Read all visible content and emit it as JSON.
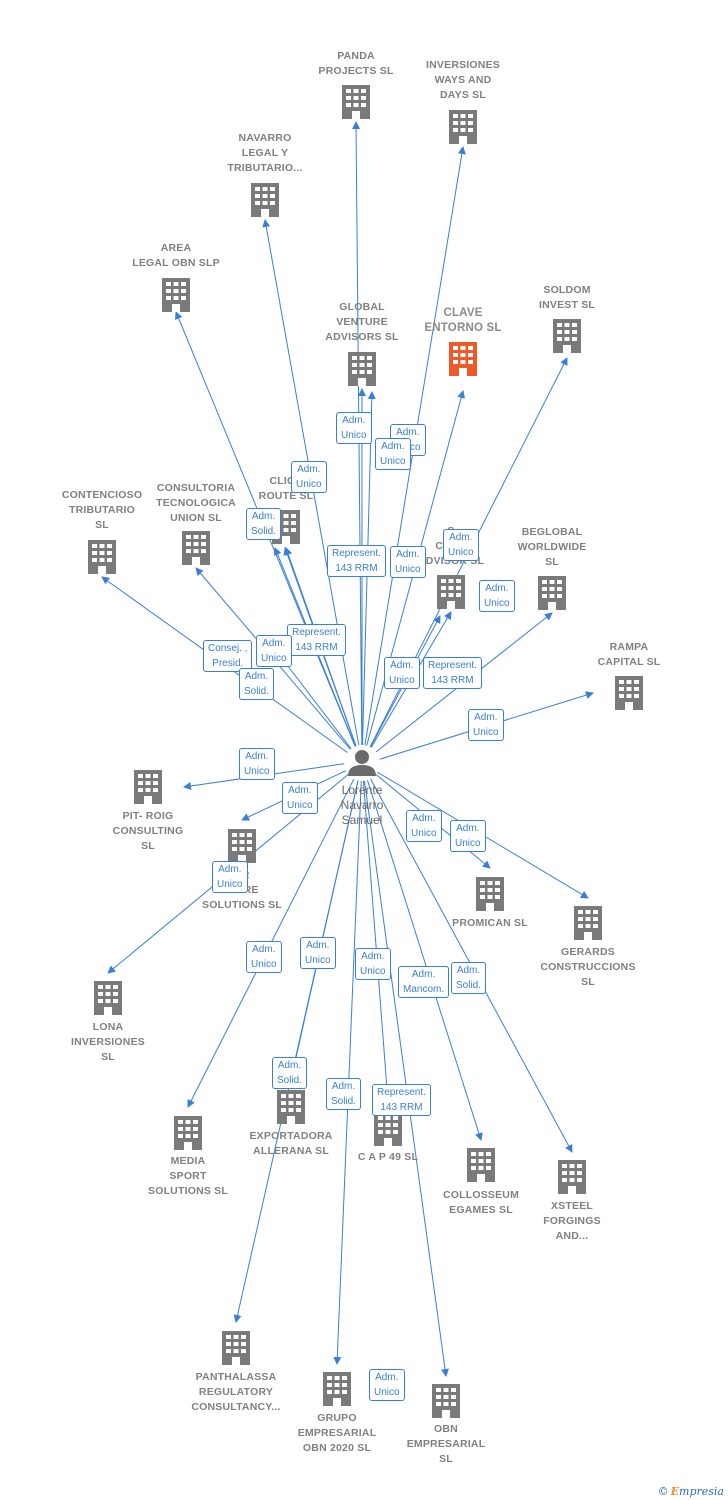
{
  "colors": {
    "edge": "#3a7fd5",
    "building": "#7a7a7a",
    "highlight": "#f05a2a",
    "person": "#6a6a6a"
  },
  "center": {
    "label": "Lorente\nNavarro\nSamuel",
    "icon": "person-icon"
  },
  "nodes": [
    {
      "id": "panda",
      "label": "PANDA\nPROJECTS  SL"
    },
    {
      "id": "inversiones-ways",
      "label": "INVERSIONES\nWAYS AND\nDAYS  SL"
    },
    {
      "id": "navarro-legal",
      "label": "NAVARRO\nLEGAL Y\nTRIBUTARIO..."
    },
    {
      "id": "area-legal",
      "label": "AREA\nLEGAL OBN  SLP"
    },
    {
      "id": "global-venture",
      "label": "GLOBAL\nVENTURE\nADVISORS  SL"
    },
    {
      "id": "clave-entorno",
      "label": "CLAVE\nENTORNO  SL",
      "highlight": true
    },
    {
      "id": "soldom",
      "label": "SOLDOM\nINVEST  SL"
    },
    {
      "id": "click-route",
      "label": "CLICK\nROUTE  SL"
    },
    {
      "id": "contencioso",
      "label": "CONTENCIOSO\nTRIBUTARIO\nSL"
    },
    {
      "id": "consultoria",
      "label": "CONSULTORIA\nTECNOLOGICA\nUNION  SL"
    },
    {
      "id": "s-corp-advisor",
      "label": "S\nCORP\nADVISOR  SL"
    },
    {
      "id": "beglobal",
      "label": "BEGLOBAL\nWORLDWIDE\nSL"
    },
    {
      "id": "rampa",
      "label": "RAMPA\nCAPITAL  SL"
    },
    {
      "id": "pit-roig",
      "label": "PIT- ROIG\nCONSULTING\nSL"
    },
    {
      "id": "other-solutions",
      "label": "ER\nA    URE\nSOLUTIONS  SL"
    },
    {
      "id": "promican",
      "label": "PROMICAN  SL"
    },
    {
      "id": "gerards",
      "label": "GERARDS\nCONSTRUCCIONS\nSL"
    },
    {
      "id": "lona",
      "label": "LONA\nINVERSIONES\nSL"
    },
    {
      "id": "media-sport",
      "label": "MEDIA\nSPORT\nSOLUTIONS  SL"
    },
    {
      "id": "exportadora",
      "label": "EXPORTADORA\nALLERANA  SL"
    },
    {
      "id": "cap49",
      "label": "C A P 49 SL"
    },
    {
      "id": "colosseum",
      "label": "COLLOSSEUM\nEGAMES  SL"
    },
    {
      "id": "xsteel",
      "label": "XSTEEL\nFORGINGS\nAND..."
    },
    {
      "id": "panthalassa",
      "label": "PANTHALASSA\nREGULATORY\nCONSULTANCY..."
    },
    {
      "id": "grupo-obn",
      "label": "GRUPO\nEMPRESARIAL\nOBN 2020  SL"
    },
    {
      "id": "obn-empresarial",
      "label": "OBN\nEMPRESARIAL\nSL"
    }
  ],
  "edge_labels": [
    "Adm.\nUnico",
    "Adm.\nUnico",
    "Adm.\nUnico",
    "Adm.\nUnico",
    "Adm.\nSolid.",
    "Represent.\n143 RRM",
    "Adm.\nUnico",
    "Adm.\nUnico",
    "Adm.\nUnico",
    "Represent.\n143 RRM",
    "Consej. ,\nPresid.",
    "Adm.\nUnico",
    "Adm.\nSolid.",
    "Adm.\nUnico",
    "Represent.\n143 RRM",
    "Adm.\nUnico",
    "Adm.\nUnico",
    "Adm.\nUnico",
    "Adm.\nUnico",
    "Adm.\nUnico",
    "Adm.\nUnico",
    "Adm.\nUnico",
    "Adm.\nUnico",
    "Adm.\nUnico",
    "Adm.\nMancom.",
    "Adm.\nSolid.",
    "Adm.\nSolid.",
    "Adm.\nSolid.",
    "Represent.\n143 RRM",
    "Adm.\nUnico"
  ],
  "brand": {
    "copyright": "©",
    "name_first": "E",
    "name_rest": "mpresia"
  }
}
